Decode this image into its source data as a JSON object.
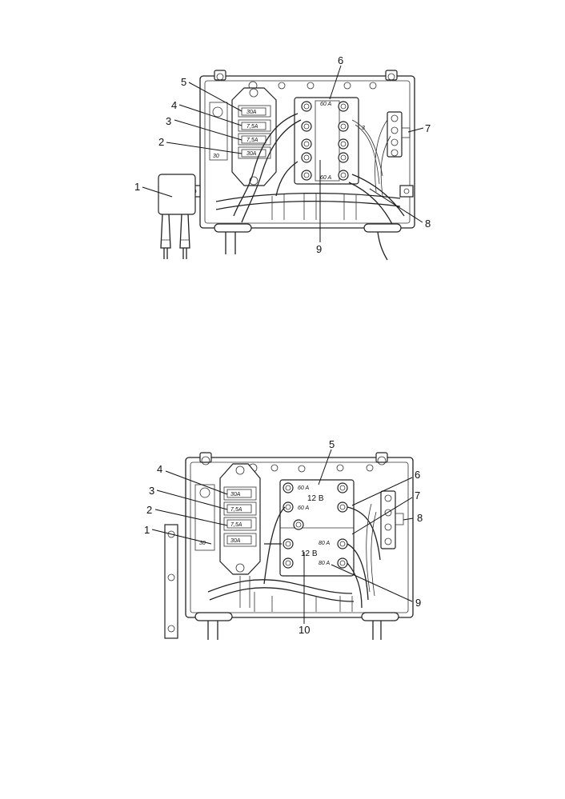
{
  "diagram_top": {
    "callouts": [
      "1",
      "2",
      "3",
      "4",
      "5",
      "6",
      "7",
      "8",
      "9"
    ],
    "fuse_labels": [
      "30A",
      "7,5A",
      "7,5A",
      "30A"
    ],
    "block_labels": [
      "60 A",
      "60 A"
    ],
    "side_labels": [
      "30",
      "3"
    ]
  },
  "diagram_bottom": {
    "callouts": [
      "1",
      "2",
      "3",
      "4",
      "5",
      "6",
      "7",
      "8",
      "9",
      "10"
    ],
    "fuse_labels": [
      "30A",
      "7,5A",
      "7,5A",
      "30A"
    ],
    "block_labels": [
      "60 A",
      "60 A",
      "80 A",
      "80 A"
    ],
    "voltage_labels": [
      "12 B",
      "12 B"
    ],
    "side_labels": [
      "30"
    ]
  }
}
